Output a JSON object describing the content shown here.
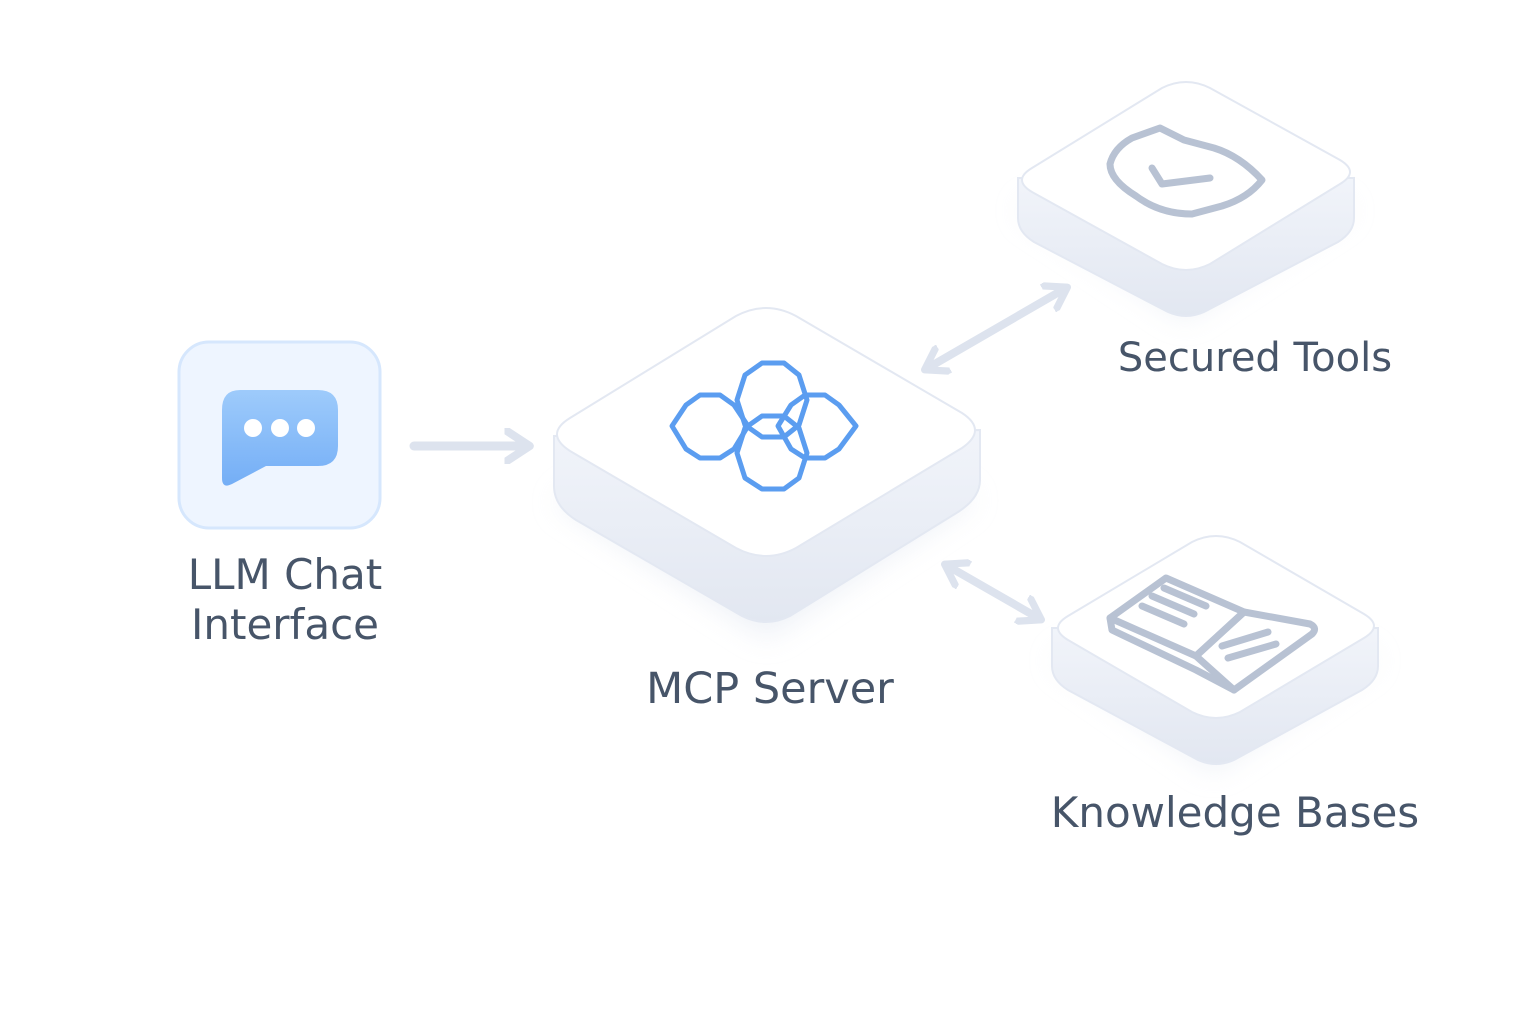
{
  "nodes": {
    "llm_chat": {
      "label_line1": "LLM Chat",
      "label_line2": "Interface",
      "icon": "chat-bubble-icon"
    },
    "mcp_server": {
      "label": "MCP Server",
      "icon": "hexagon-network-icon"
    },
    "secured_tools": {
      "label": "Secured Tools",
      "icon": "shield-check-icon"
    },
    "knowledge_bases": {
      "label": "Knowledge Bases",
      "icon": "open-book-icon"
    }
  },
  "connections": [
    {
      "from": "llm_chat",
      "to": "mcp_server",
      "direction": "one-way"
    },
    {
      "from": "mcp_server",
      "to": "secured_tools",
      "direction": "two-way"
    },
    {
      "from": "mcp_server",
      "to": "knowledge_bases",
      "direction": "two-way"
    }
  ],
  "colors": {
    "text": "#475569",
    "accent_blue": "#5b9df0",
    "chat_tile_bg": "#eef5ff",
    "chat_tile_border": "#d6e7fd",
    "arrow": "#dde3ee",
    "icon_gray": "#b8c2d3",
    "tile_face": "#ffffff",
    "tile_side": "#eef1f8"
  }
}
